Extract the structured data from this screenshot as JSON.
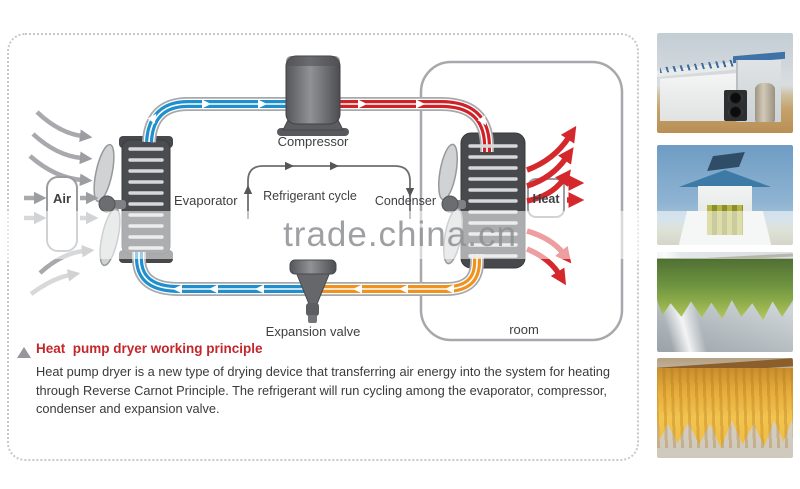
{
  "watermark": {
    "text": "trade.china.cn"
  },
  "diagram": {
    "labels": {
      "air": "Air",
      "evaporator": "Evaporator",
      "compressor": "Compressor",
      "refrigerant_cycle": "Refrigerant cycle",
      "condenser": "Condenser",
      "heat": "Heat",
      "expansion_valve": "Expansion valve",
      "room": "room"
    },
    "colors": {
      "pipe_cold_blue": "#1f8fcd",
      "pipe_hot_red": "#cf2127",
      "pipe_warm_orange": "#f0921e",
      "pipe_outline_gray": "#a6a8ab",
      "equipment_gray": "#4b4c4f",
      "heat_arrow_red": "#d5282d",
      "air_arrow_gray": "#a7a9ac",
      "title_red": "#c4262b"
    }
  },
  "caption": {
    "title": "Heat  pump dryer working principle",
    "body": "Heat pump dryer is a new type of drying device that transferring air energy into the system for heating through Reverse Carnot Principle. The refrigerant will run cycling among the evaporator, compressor, condenser and expansion valve."
  },
  "photos": [
    {
      "name": "heat-pump-drying-house-photo"
    },
    {
      "name": "drying-oven-building-photo"
    },
    {
      "name": "green-tobacco-hanging-photo"
    },
    {
      "name": "dried-tobacco-leaves-photo"
    }
  ]
}
